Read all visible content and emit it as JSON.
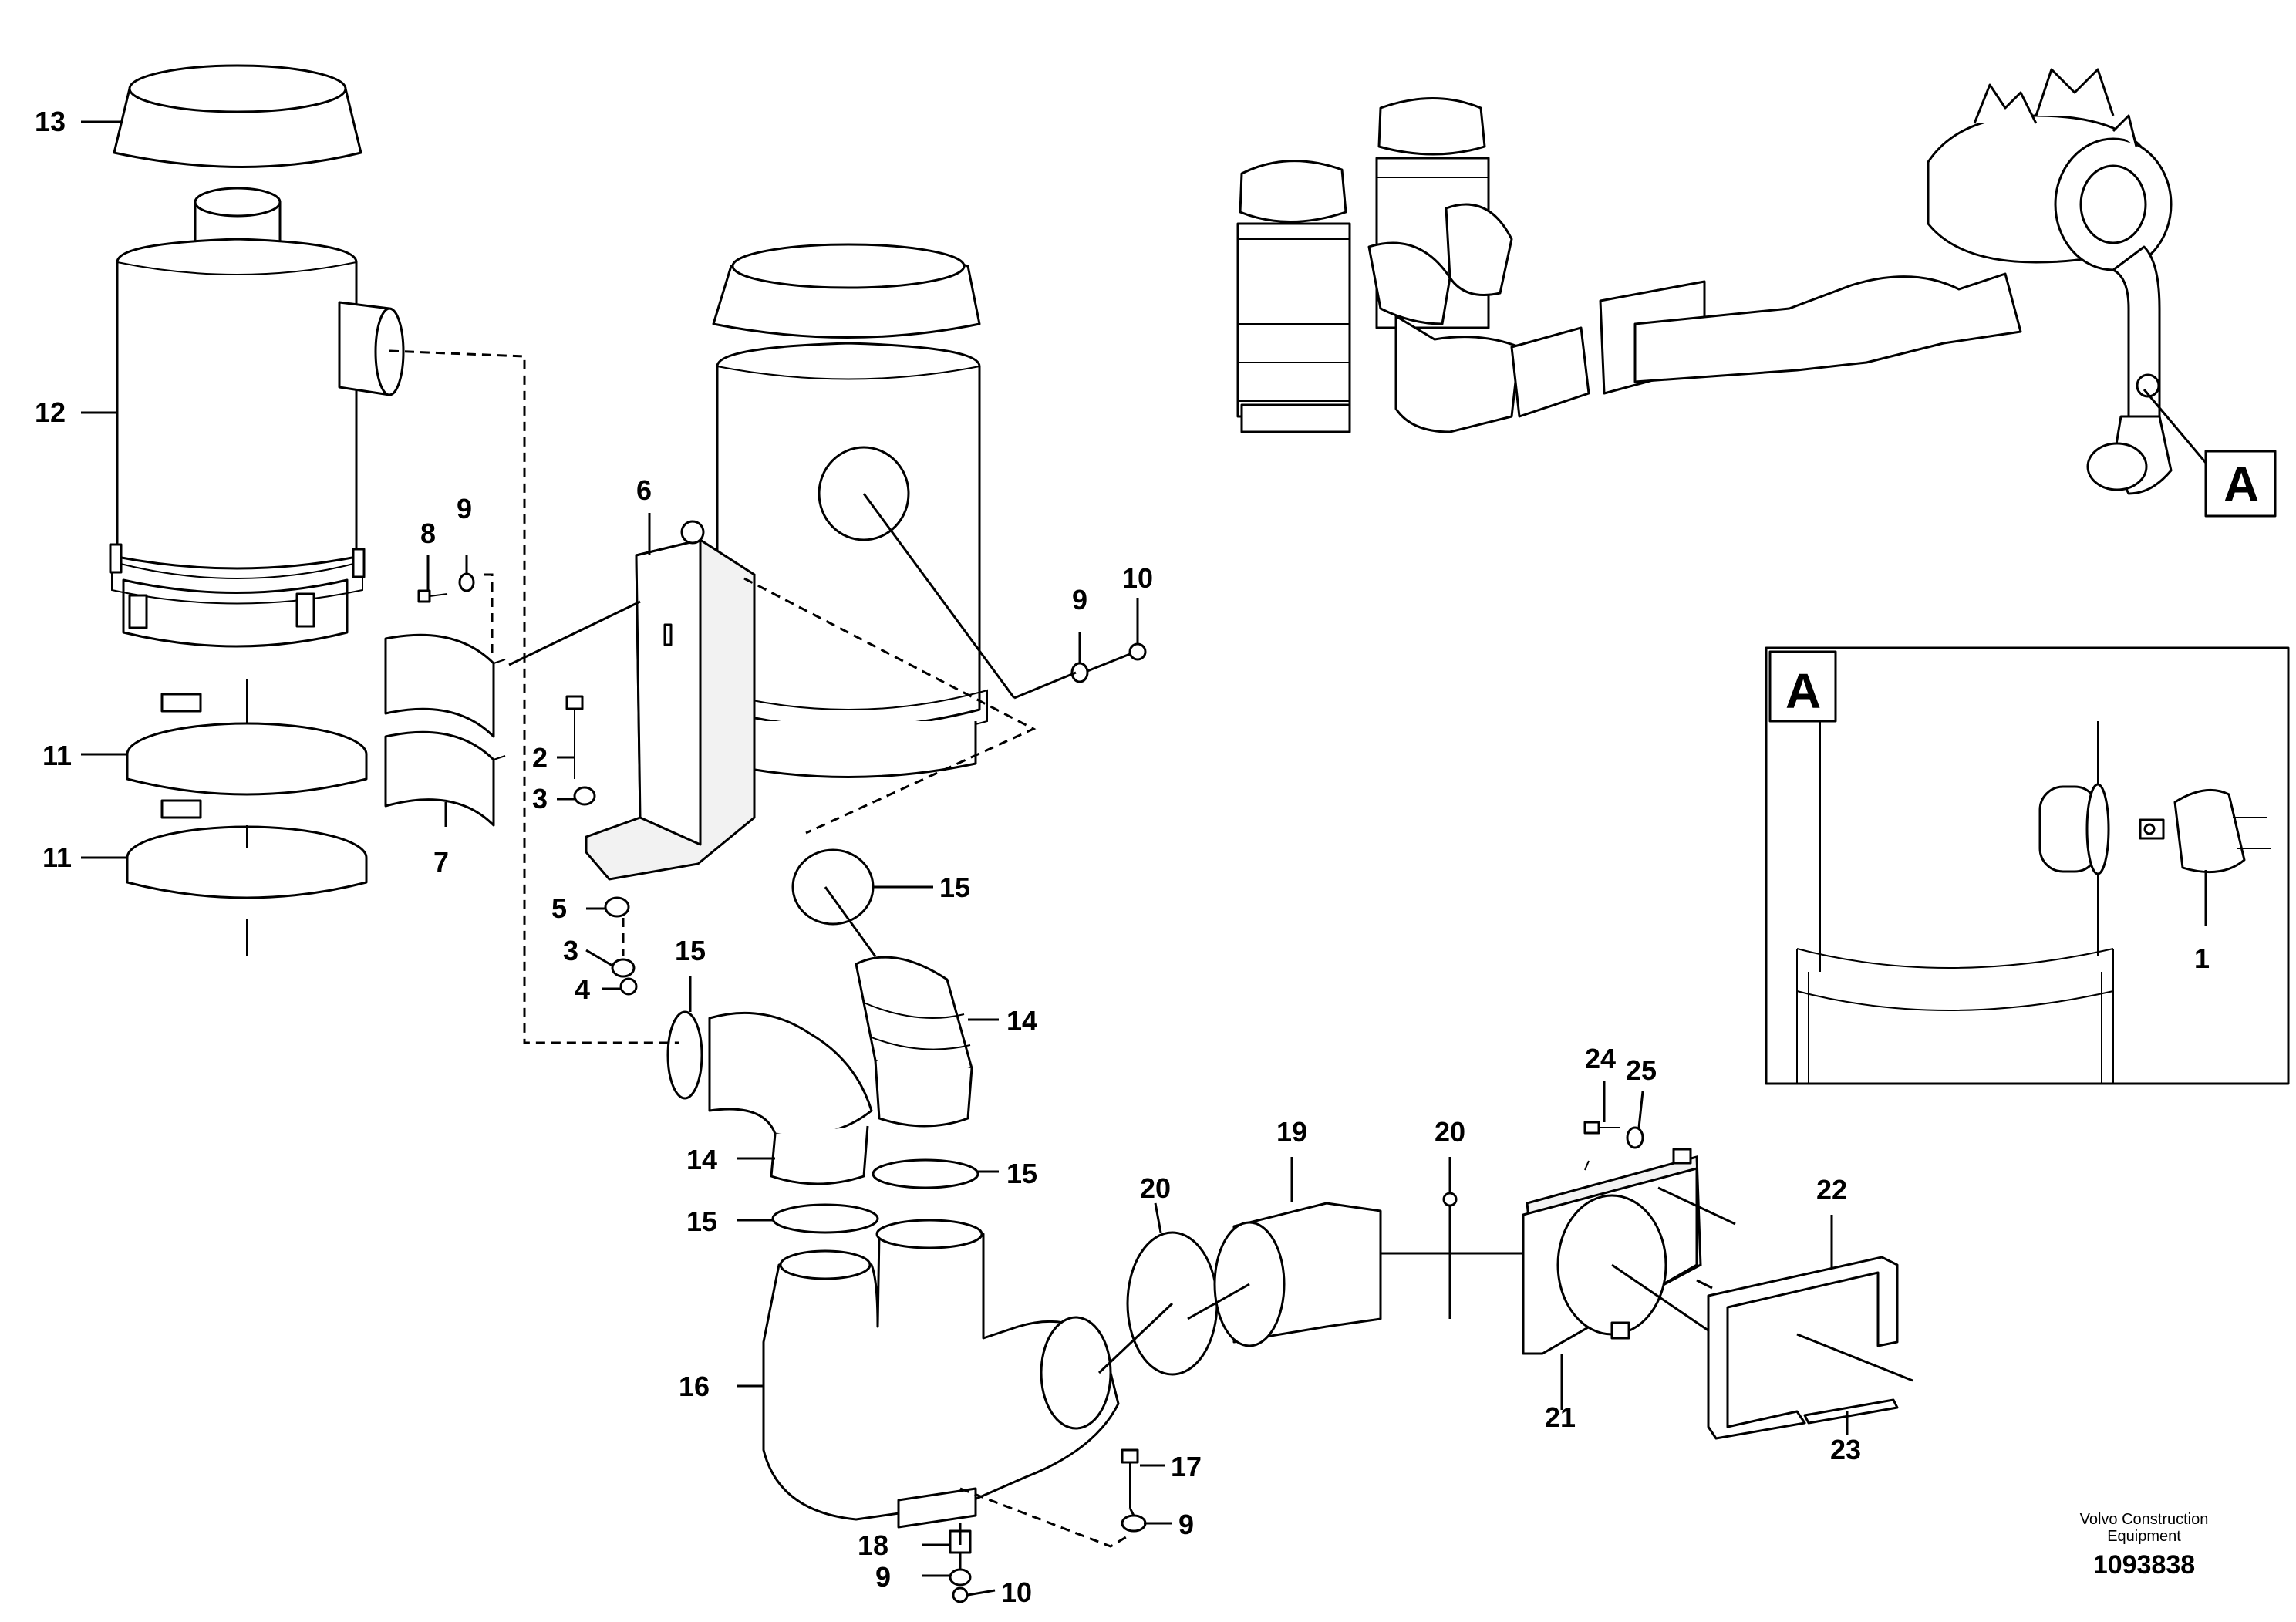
{
  "callouts": {
    "c13": "13",
    "c12": "12",
    "c11a": "11",
    "c11b": "11",
    "c8": "8",
    "c9a": "9",
    "c7": "7",
    "c6": "6",
    "c2": "2",
    "c3a": "3",
    "c5": "5",
    "c3b": "3",
    "c4": "4",
    "c9b": "9",
    "c10a": "10",
    "c15a": "15",
    "c15b": "15",
    "c14a": "14",
    "c14b": "14",
    "c15c": "15",
    "c15d": "15",
    "c16": "16",
    "c20a": "20",
    "c19": "19",
    "c20b": "20",
    "c24": "24",
    "c25": "25",
    "c22": "22",
    "c21": "21",
    "c23": "23",
    "c17": "17",
    "c9c": "9",
    "c18": "18",
    "c9d": "9",
    "c10b": "10",
    "c1": "1"
  },
  "detail_reference": {
    "marker_label": "A",
    "inset_label": "A"
  },
  "credit": {
    "line1": "Volvo Construction",
    "line2": "Equipment",
    "drawing_number": "1093838"
  }
}
